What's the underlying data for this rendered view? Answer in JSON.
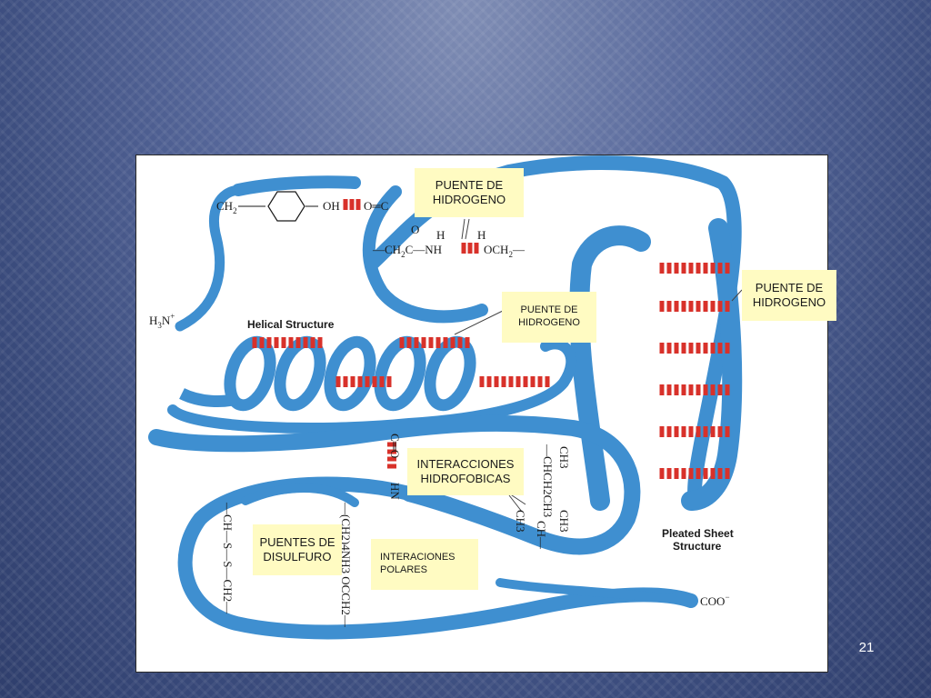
{
  "callouts": {
    "puente_hidrogeno_top": "PUENTE DE\nHIDROGENO",
    "puente_hidrogeno_right": "PUENTE DE\nHIDROGENO",
    "puente_hidrogeno_helix": "PUENTE DE\nHIDROGENO",
    "interacciones_hidrofobicas": "INTERACCIONES\nHIDROFOBICAS",
    "puentes_disulfuro": "PUENTES DE\nDISULFURO",
    "interaciones_polares": "INTERACIONES\nPOLARES"
  },
  "labels": {
    "helical_structure": "Helical Structure",
    "pleated_sheet_line1": "Pleated Sheet",
    "pleated_sheet_line2": "Structure",
    "n_terminus": "H",
    "n_terminus_sub": "3",
    "n_terminus_n": "N",
    "n_terminus_sup": "+",
    "c_terminus": "COO",
    "c_terminus_sup": "−"
  },
  "chemistry": {
    "tyr_ch2": "CH",
    "tyr_ch2_sub": "2",
    "tyr_oh": "OH",
    "carbonyl_o_c": "O═C",
    "backbone_o": "O",
    "backbone_h1": "H",
    "backbone_h2": "H",
    "backbone_left": "—CH",
    "backbone_left_sub": "2",
    "backbone_c_nh": "C—NH",
    "backbone_right": "OCH",
    "backbone_right_sub": "2",
    "backbone_right_dash": "—",
    "mid_c_o": "C═O",
    "mid_hn": "HN",
    "hydrophobic_ch3_top": "CH3",
    "hydrophobic_chain": "—CHCH2CH3",
    "hydrophobic_ch3_a": "CH3",
    "hydrophobic_ch3_b": "CH3",
    "hydrophobic_ch": "CH—",
    "disulfide_chain": "—CH—S—S—CH2—",
    "polar_chain": "—(CH2)4NH3 OCCH2—",
    "polar_o": "O"
  },
  "page_number": "21",
  "colors": {
    "ribbon": "#3f8fd0",
    "bond": "#d8312a",
    "callout_bg": "#fffbc2",
    "background": "#3d4f7e"
  }
}
